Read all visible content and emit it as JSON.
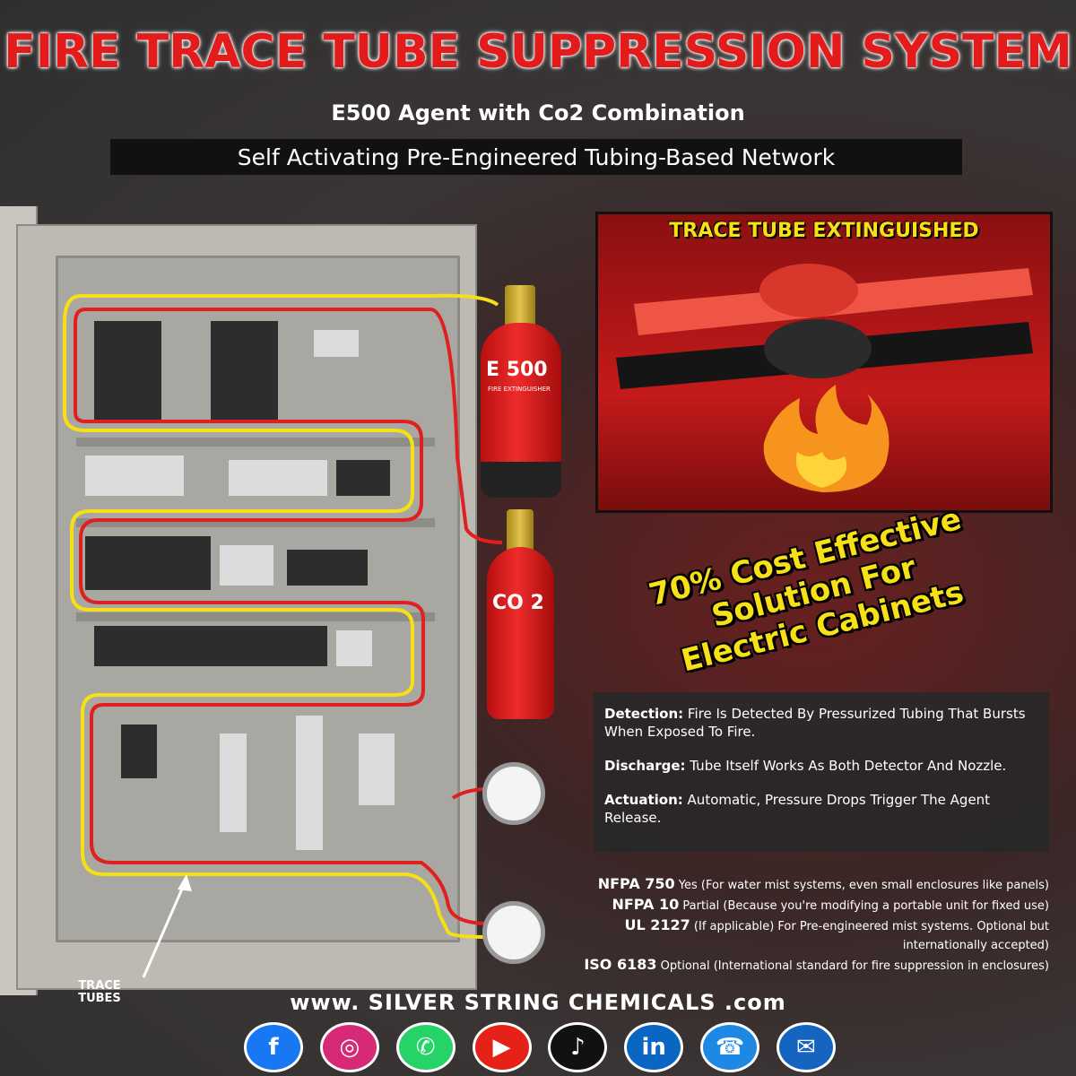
{
  "header": {
    "title": "FIRE TRACE TUBE SUPPRESSION SYSTEM",
    "subtitle": "E500 Agent with Co2 Combination",
    "banner": "Self Activating Pre-Engineered Tubing-Based Network"
  },
  "cylinders": {
    "first_label": "E 500",
    "second_label": "CO 2",
    "first_small_text": "FIRE EXTINGUISHER"
  },
  "trace_box": {
    "title": "TRACE TUBE EXTINGUISHED"
  },
  "promo": {
    "line1": "70% Cost Effective",
    "line2": "Solution For",
    "line3": "Electric Cabinets"
  },
  "info": {
    "detection_label": "Detection:",
    "detection_text": " Fire Is Detected By Pressurized Tubing That Bursts When Exposed To Fire.",
    "discharge_label": "Discharge:",
    "discharge_text": " Tube Itself Works As Both Detector And Nozzle.",
    "actuation_label": "Actuation:",
    "actuation_text": " Automatic, Pressure Drops Trigger The Agent Release."
  },
  "standards": [
    {
      "code": "NFPA 750",
      "text": " Yes (For water mist systems, even small enclosures like panels)"
    },
    {
      "code": "NFPA 10",
      "text": " Partial (Because you're modifying a portable unit for fixed use)"
    },
    {
      "code": "UL 2127",
      "text": " (If applicable) For Pre-engineered mist systems. Optional but internationally accepted)"
    },
    {
      "code": "ISO 6183",
      "text": "  Optional (International standard for fire suppression in enclosures)"
    }
  ],
  "trace_tubes_label": "TRACE TUBES",
  "website": "www. SILVER STRING CHEMICALS .com",
  "social": [
    {
      "name": "facebook",
      "glyph": "f",
      "color": "#1877f2"
    },
    {
      "name": "instagram",
      "glyph": "◎",
      "color": "#d62976"
    },
    {
      "name": "whatsapp",
      "glyph": "✆",
      "color": "#25d366"
    },
    {
      "name": "youtube",
      "glyph": "▶",
      "color": "#e62117"
    },
    {
      "name": "tiktok",
      "glyph": "♪",
      "color": "#111111"
    },
    {
      "name": "linkedin",
      "glyph": "in",
      "color": "#0a66c2"
    },
    {
      "name": "phone",
      "glyph": "☎",
      "color": "#1e88e5"
    },
    {
      "name": "email",
      "glyph": "✉",
      "color": "#1565c0"
    }
  ]
}
